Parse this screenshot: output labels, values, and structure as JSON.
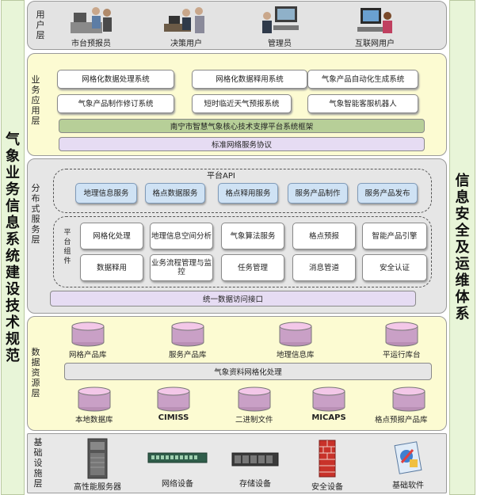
{
  "left_side": {
    "chars": [
      "气",
      "象",
      "业",
      "务",
      "信",
      "息",
      "系",
      "统",
      "建",
      "设",
      "技",
      "术",
      "规",
      "范"
    ]
  },
  "right_side": {
    "chars": [
      "信",
      "息",
      "安",
      "全",
      "及",
      "运",
      "维",
      "体",
      "系"
    ]
  },
  "user_layer": {
    "title_chars": [
      "用",
      "户",
      "层"
    ],
    "users": [
      "市台预报员",
      "决策用户",
      "管理员",
      "互联网用户"
    ]
  },
  "app_layer": {
    "title_chars": [
      "业",
      "务",
      "应",
      "用",
      "层"
    ],
    "row1": [
      "网格化数据处理系统",
      "网格化数据释用系统",
      "气象产品自动化生成系统"
    ],
    "row2": [
      "气象产品制作修订系统",
      "短时临近天气预报系统",
      "气象智能客服机器人"
    ],
    "framework": "南宁市智慧气象核心技术支撑平台系统框架",
    "protocol": "标准网络服务协议"
  },
  "service_layer": {
    "title_chars": [
      "分",
      "布",
      "式",
      "服",
      "务",
      "层"
    ],
    "api_title": "平台API",
    "api_items": [
      "地理信息服务",
      "格点数据服务",
      "格点释用服务",
      "服务产品制作",
      "服务产品发布"
    ],
    "component_chars": [
      "平",
      "台",
      "组",
      "件"
    ],
    "comp_row1": [
      "网格化处理",
      "地理信息空间分析",
      "气象算法服务",
      "格点预报",
      "智能产品引擎"
    ],
    "comp_row2": [
      "数据释用",
      "业务流程管理与监控",
      "任务管理",
      "消息管道",
      "安全认证"
    ],
    "access": "统一数据访问接口"
  },
  "data_layer": {
    "title_chars": [
      "数",
      "据",
      "资",
      "源",
      "层"
    ],
    "row1": [
      "网格产品库",
      "服务产品库",
      "地理信息库",
      "平运行库台"
    ],
    "process": "气象资料网格化处理",
    "row2": [
      "本地数据库",
      "CIMISS",
      "二进制文件",
      "MICAPS",
      "格点预报产品库"
    ]
  },
  "base_layer": {
    "title_chars": [
      "基",
      "础",
      "设",
      "施",
      "层"
    ],
    "items": [
      "高性能服务器",
      "网络设备",
      "存储设备",
      "安全设备",
      "基础软件"
    ]
  },
  "colors": {
    "cyl_top": "#f3c7e8",
    "cyl_body": "#c9a0c6",
    "framework_bar": "#b7cf98",
    "protocol_bar": "#e6dcf3"
  }
}
